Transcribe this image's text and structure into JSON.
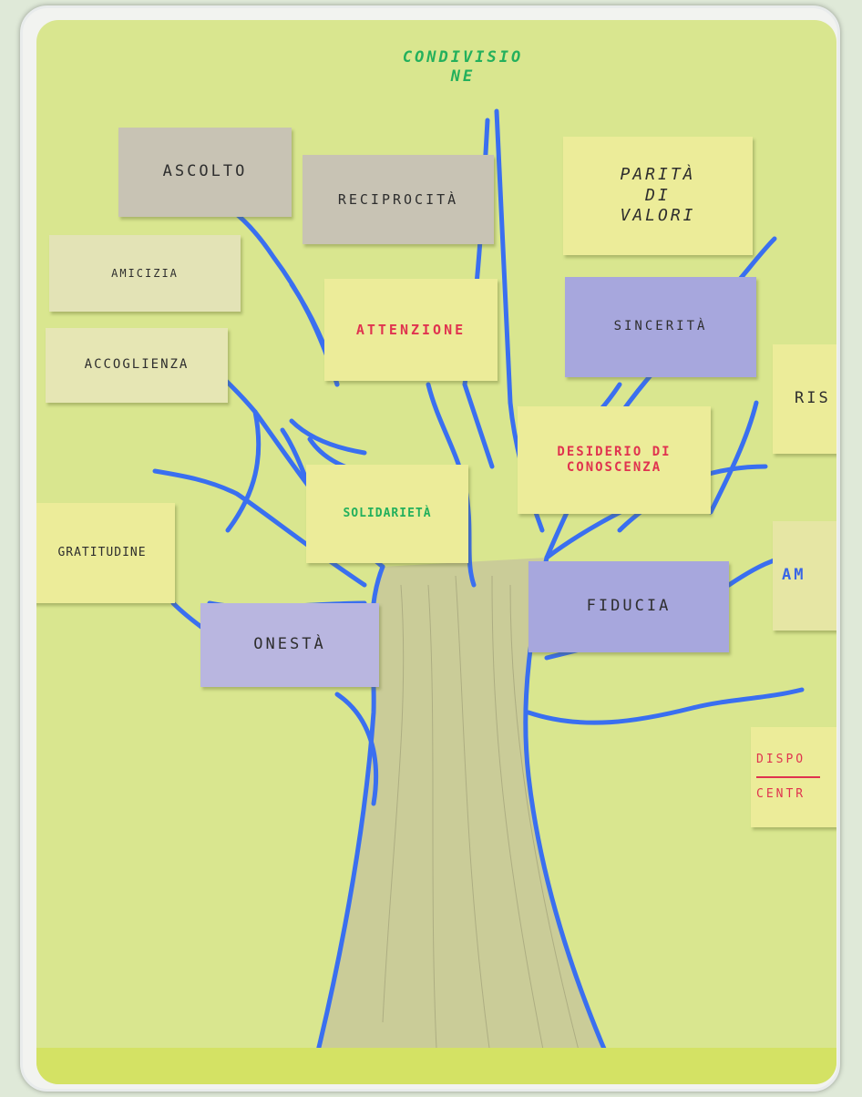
{
  "cards": {
    "condivisione": "CONDIVISIO\nNE",
    "ascolto": "ASCOLTO",
    "reciprocita": "RECIPROCITÀ",
    "parita": "PARITÀ\nDI\nVALORI",
    "amicizia": "AMICIZIA",
    "attenzione": "ATTENZIONE",
    "sincerita": "SINCERITÀ",
    "accoglienza": "ACCOGLIENZA",
    "ris": "RIS",
    "desiderio": "DESIDERIO DI\nCONOSCENZA",
    "solidarieta": "SOLIDARIETÀ",
    "gratitudine": "GRATITUDINE",
    "am": "AM",
    "fiducia": "FIDUCIA",
    "onesta": "ONESTÀ",
    "dispo": "DISPO",
    "centr": "CENTR"
  }
}
